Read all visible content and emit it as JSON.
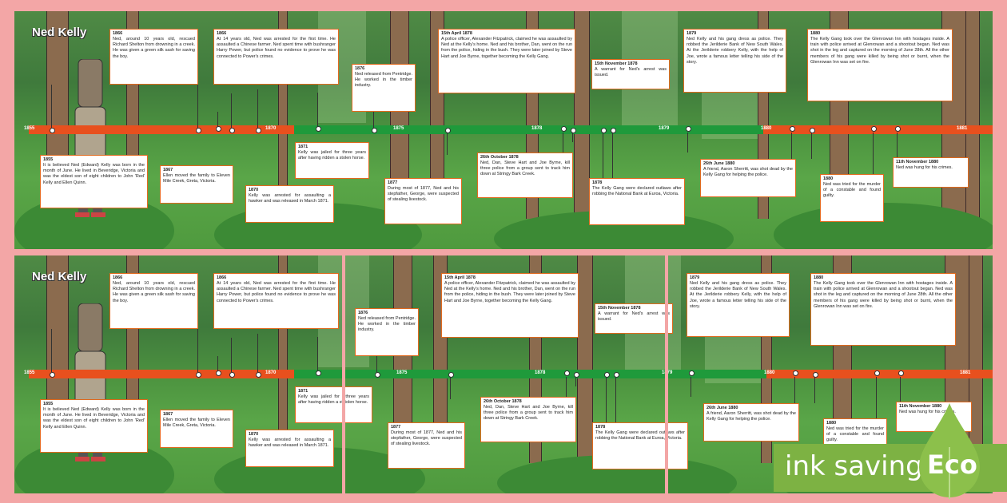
{
  "title": "Ned Kelly",
  "colors": {
    "orange": "#e8501e",
    "green": "#1f9a3b",
    "background": "#f3a6a6",
    "eco": "#7db243"
  },
  "years": [
    "1855",
    "1870",
    "1875",
    "1878",
    "1879",
    "1880",
    "1881"
  ],
  "events": [
    {
      "date": "1866",
      "text": "Ned, around 10 years old, rescued Richard Shelton from drowning in a creek. He was given a green silk sash for saving the boy."
    },
    {
      "date": "1866",
      "text": "At 14 years old, Ned was arrested for the first time. He assaulted a Chinese farmer. Ned spent time with bushranger Harry Power, but police found no evidence to prove he was connected to Power's crimes."
    },
    {
      "date": "1876",
      "text": "Ned released from Pentridge. He worked in the timber industry."
    },
    {
      "date": "15th April 1878",
      "text": "A police officer, Alexander Fitzpatrick, claimed he was assaulted by Ned at the Kelly's home. Ned and his brother, Dan, went on the run from the police, hiding in the bush. They were later joined by Steve Hart and Joe Byrne, together becoming the Kelly Gang."
    },
    {
      "date": "15th November 1878",
      "text": "A warrant for Ned's arrest was issued."
    },
    {
      "date": "1879",
      "text": "Ned Kelly and his gang dress as police. They robbed the Jerilderie Bank of New South Wales. At the Jerilderie robbery Kelly, with the help of Joe, wrote a famous letter telling his side of the story."
    },
    {
      "date": "1880",
      "text": "The Kelly Gang took over the Glenrowan Inn with hostages inside. A train with police arrived at Glenrowan and a shootout began. Ned was shot in the leg and captured on the morning of June 28th. All the other members of his gang were killed by being shot or burnt, when the Glenrowan Inn was set on fire."
    },
    {
      "date": "1855",
      "text": "It is believed Ned (Edward) Kelly was born in the month of June. He lived in Beveridge, Victoria and was the eldest son of eight children to John 'Red' Kelly and Ellen Quinn."
    },
    {
      "date": "1867",
      "text": "Ellen moved the family to Eleven Mile Creek, Greta, Victoria."
    },
    {
      "date": "1871",
      "text": "Kelly was jailed for three years after having ridden a stolen horse."
    },
    {
      "date": "1870",
      "text": "Kelly was arrested for assaulting a hawker and was released in March 1871."
    },
    {
      "date": "1877",
      "text": "During most of 1877, Ned and his stepfather, George, were suspected of stealing livestock."
    },
    {
      "date": "26th October 1878",
      "text": "Ned, Dan, Steve Hart and Joe Byrne, kill three police from a group sent to track him down at Stringy Bark Creek."
    },
    {
      "date": "1878",
      "text": "The Kelly Gang were declared outlaws after robbing the National Bank at Euroa, Victoria."
    },
    {
      "date": "26th June 1880",
      "text": "A friend, Aaron Sherritt, was shot dead by the Kelly Gang for helping the police."
    },
    {
      "date": "1880",
      "text": "Ned was tried for the murder of a constable and found guilty."
    },
    {
      "date": "11th November 1880",
      "text": "Ned was hung for his crimes."
    }
  ],
  "badge": {
    "text": "ink saving",
    "label": "Eco",
    "icon": "leaf-drop-icon"
  }
}
